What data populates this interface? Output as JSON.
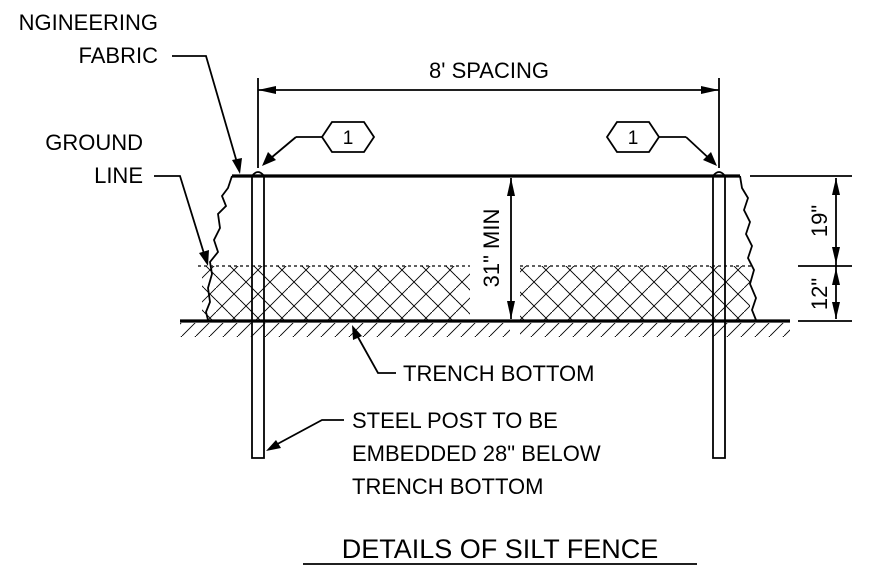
{
  "labels": {
    "engineering_fabric_line1": "NGINEERING",
    "engineering_fabric_line2": "FABRIC",
    "ground_line_line1": "GROUND",
    "ground_line_line2": "LINE",
    "spacing": "8' SPACING",
    "height_min": "31\" MIN",
    "above_ground": "19\"",
    "below_ground": "12\"",
    "trench_bottom": "TRENCH BOTTOM",
    "post_note_line1": "STEEL POST TO BE",
    "post_note_line2": "EMBEDDED 28\" BELOW",
    "post_note_line3": "TRENCH BOTTOM"
  },
  "tags": {
    "left": "1",
    "right": "1"
  },
  "title": "DETAILS OF SILT FENCE"
}
